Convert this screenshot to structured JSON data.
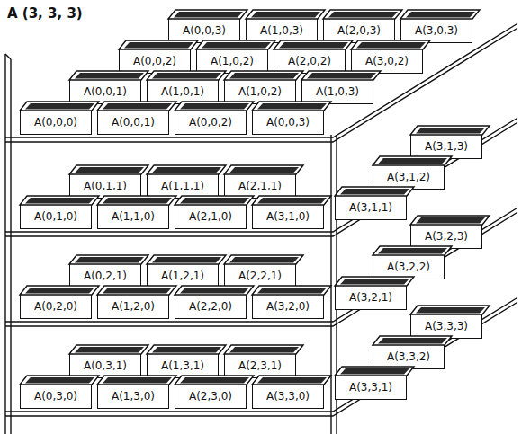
{
  "diagram": {
    "title": "A (3, 3, 3)",
    "nodes": [
      {
        "text": [
          "A(0,0,3)"
        ]
      },
      {
        "text": [
          "A(1,0,3)"
        ]
      },
      {
        "text": [
          "A(2,0,3)"
        ]
      },
      {
        "text": [
          "A(3,0,3)"
        ]
      },
      {
        "text": [
          "A(0,0,2)"
        ]
      },
      {
        "text": [
          "A(1,0,2)"
        ]
      },
      {
        "text": [
          "A(2,0,2)"
        ]
      },
      {
        "text": [
          "A(3,0,2)"
        ]
      },
      {
        "text": [
          "A(0,0,1)"
        ]
      },
      {
        "text": [
          "A(1,0,1)"
        ]
      },
      {
        "text": [
          "A(1,0,2)"
        ]
      },
      {
        "text": [
          "A(1,0,3)"
        ]
      },
      {
        "text": [
          "A(0,0,0)"
        ]
      },
      {
        "text": [
          "A(0,0,1)"
        ]
      },
      {
        "text": [
          "A(0,0,2)"
        ]
      },
      {
        "text": [
          "A(0,0,3)"
        ]
      },
      {
        "text": [
          "A(3,1,3)"
        ]
      },
      {
        "text": [
          "A(3,1,2)"
        ]
      },
      {
        "text": [
          "A(3,1,1)"
        ]
      },
      {
        "text": [
          "A(0,1,1)"
        ]
      },
      {
        "text": [
          "A(1,1,1)"
        ]
      },
      {
        "text": [
          "A(2,1,1)"
        ]
      },
      {
        "text": [
          "A(0,1,0)"
        ]
      },
      {
        "text": [
          "A(1,1,0)"
        ]
      },
      {
        "text": [
          "A(2,1,0)"
        ]
      },
      {
        "text": [
          "A(3,1,0)"
        ]
      },
      {
        "text": [
          "A(3,2,3)"
        ]
      },
      {
        "text": [
          "A(3,2,2)"
        ]
      },
      {
        "text": [
          "A(3,2,1)"
        ]
      },
      {
        "text": [
          "A(0,2,1)"
        ]
      },
      {
        "text": [
          "A(1,2,1)"
        ]
      },
      {
        "text": [
          "A(2,2,1)"
        ]
      },
      {
        "text": [
          "A(0,2,0)"
        ]
      },
      {
        "text": [
          "A(1,2,0)"
        ]
      },
      {
        "text": [
          "A(2,2,0)"
        ]
      },
      {
        "text": [
          "A(3,2,0)"
        ]
      },
      {
        "text": [
          "A(3,3,3)"
        ]
      },
      {
        "text": [
          "A(3,3,2)"
        ]
      },
      {
        "text": [
          "A(3,3,1)"
        ]
      },
      {
        "text": [
          "A(0,3,1)"
        ]
      },
      {
        "text": [
          "A(1,3,1)"
        ]
      },
      {
        "text": [
          "A(2,3,1)"
        ]
      },
      {
        "text": [
          "A(0,3,0)"
        ]
      },
      {
        "text": [
          "A(1,3,0)"
        ]
      },
      {
        "text": [
          "A(2,3,0)"
        ]
      },
      {
        "text": [
          "A(3,3,0)"
        ]
      }
    ]
  }
}
